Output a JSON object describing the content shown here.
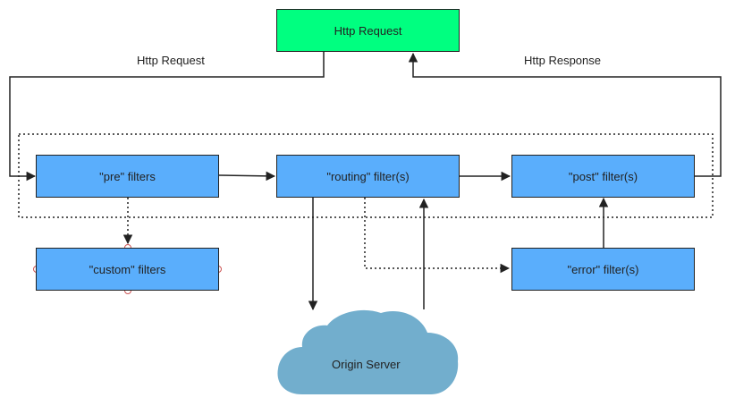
{
  "nodes": {
    "top_request": "Http Request",
    "pre": "\"pre\" filters",
    "routing": "\"routing\" filter(s)",
    "post": "\"post\" filter(s)",
    "custom": "\"custom\" filters",
    "error": "\"error\" filter(s)",
    "origin": "Origin Server"
  },
  "edges": {
    "request_label": "Http Request",
    "response_label": "Http Response"
  },
  "colors": {
    "filter_fill": "#5aaefc",
    "request_fill": "#00ff80",
    "cloud_fill": "#72aecd",
    "stroke": "#222222"
  }
}
